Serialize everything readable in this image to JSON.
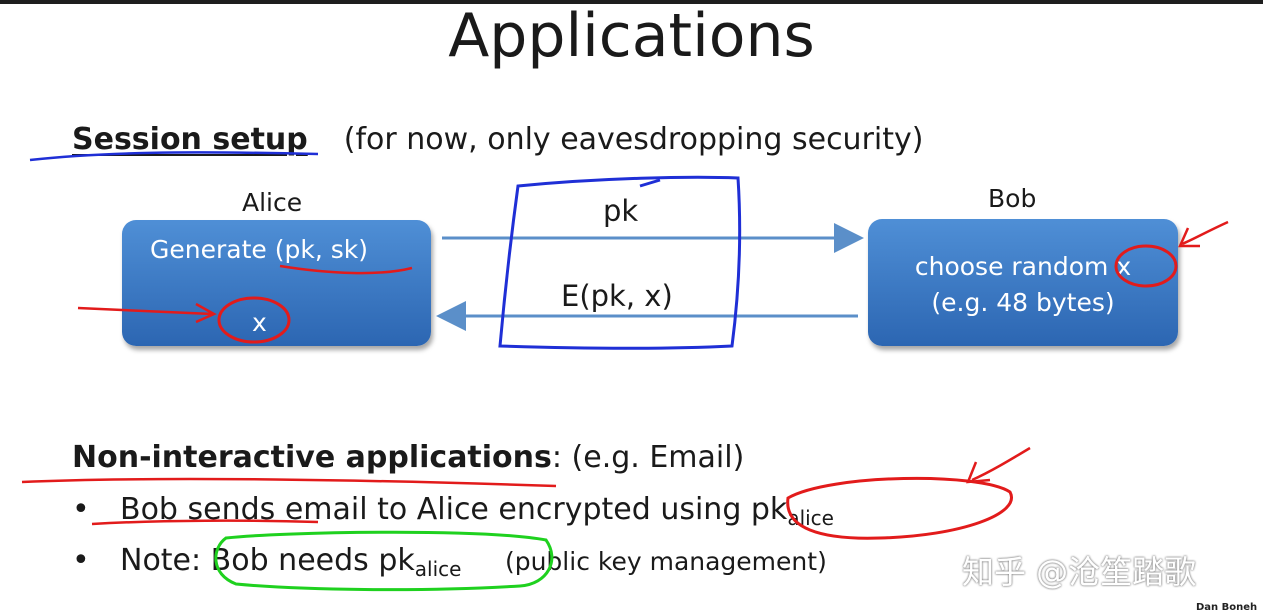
{
  "slide": {
    "title": "Applications",
    "section1": {
      "heading": "Session setup",
      "note": "(for now, only eavesdropping security)"
    },
    "alice": {
      "name": "Alice",
      "box_line1_prefix": "Generate ",
      "box_line1_pair": "(pk, sk)",
      "box_line2": "x"
    },
    "bob": {
      "name": "Bob",
      "box_line1": "choose random x",
      "box_line2": "(e.g.  48 bytes)"
    },
    "messages": {
      "to_bob": "pk",
      "to_alice": "E(pk, x)"
    },
    "section2": {
      "heading": "Non-interactive applications",
      "colon_note": ":  (e.g.  Email)",
      "bullet1_text": "Bob sends email to Alice encrypted using  pk",
      "bullet1_sub": "alice",
      "bullet2_prefix": "Note:  ",
      "bullet2_text": "Bob needs  pk",
      "bullet2_sub": "alice",
      "bullet2_note": "(public key management)"
    },
    "watermark": "知乎 @沧笙踏歌",
    "credit": "Dan Boneh",
    "colors": {
      "box_fill": "#3b78c4",
      "arrow": "#5b8fc9",
      "ink_blue": "#1f2fd6",
      "ink_red": "#e21b1b",
      "ink_green": "#1fd11f"
    }
  }
}
